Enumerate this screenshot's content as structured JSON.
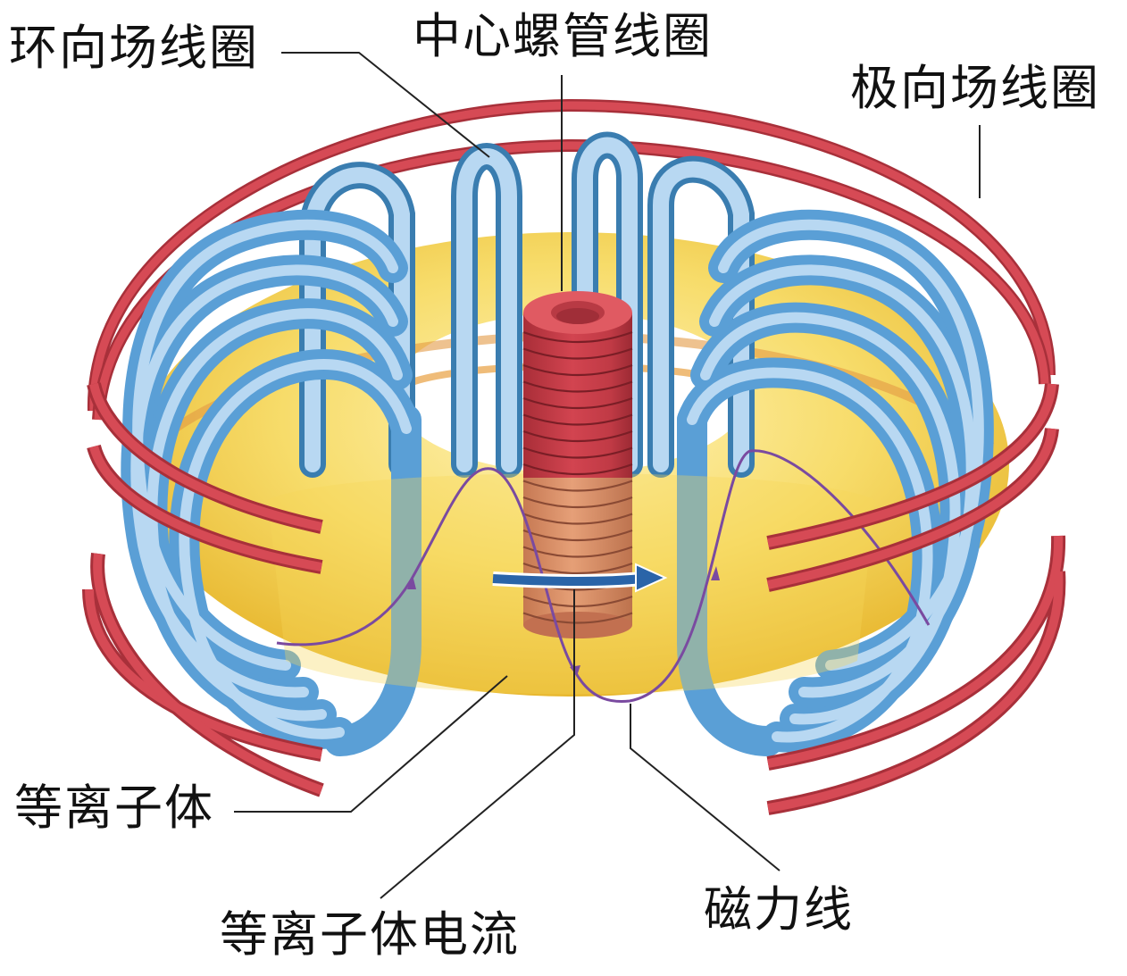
{
  "title": "托卡马克装置结构示意图",
  "labels": {
    "toroidal_field_coil": "环向场线圈",
    "central_solenoid": "中心螺管线圈",
    "poloidal_field_coil": "极向场线圈",
    "plasma": "等离子体",
    "plasma_current": "等离子体电流",
    "magnetic_field_line": "磁力线"
  },
  "colors": {
    "poloidal_coil": "#d2444f",
    "poloidal_coil_dark": "#a8303a",
    "toroidal_coil": "#6aaee0",
    "toroidal_coil_light": "#b8d8f2",
    "toroidal_coil_dark": "#3a7db0",
    "plasma": "#f5d65a",
    "plasma_highlight": "#fff2b0",
    "solenoid": "#c9404a",
    "solenoid_lower": "#d98a6a",
    "current_arrow": "#2a64a8",
    "field_line": "#7a4aa0"
  }
}
